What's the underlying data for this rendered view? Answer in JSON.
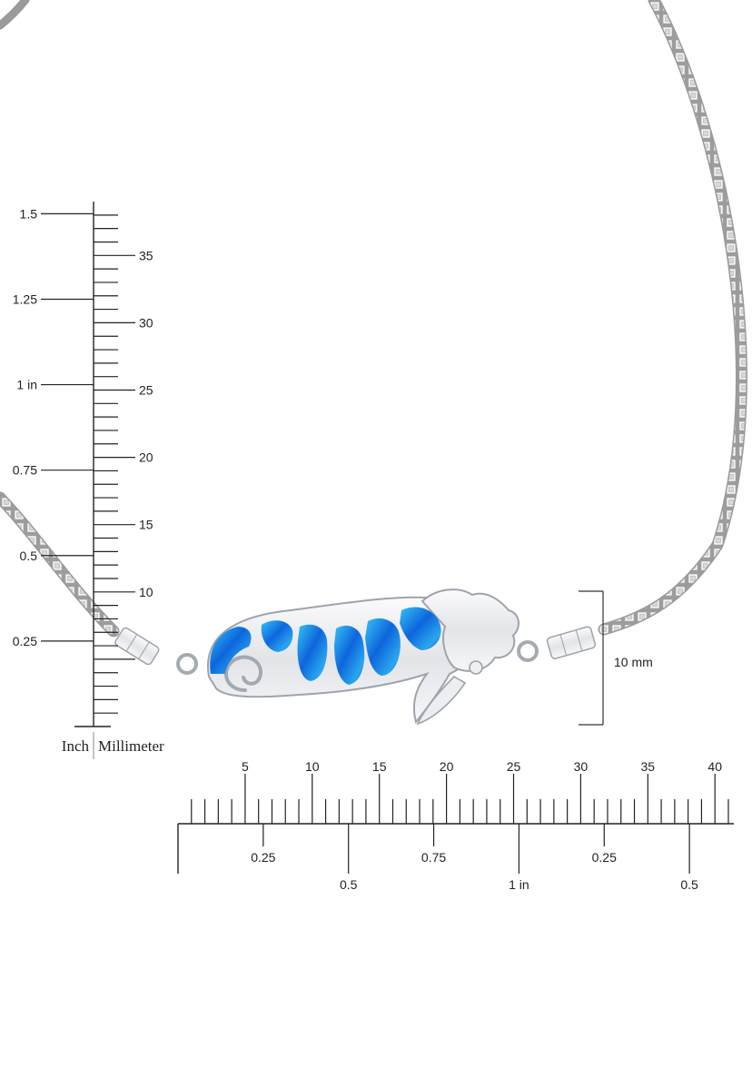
{
  "product": {
    "image_name": "seahorse-opal-bracelet"
  },
  "colors": {
    "chain": "#b9b9b9",
    "silver": "#e4e6ea",
    "silver_edge": "#9ea4ab",
    "opal_dark": "#0a5fd6",
    "opal_light": "#33b8f2",
    "ruler": "#222222"
  },
  "vertical_ruler": {
    "inch_unit_label": "Inch",
    "mm_unit_label": "Millimeter",
    "inch_labels": [
      {
        "text": "1.5",
        "value": 1.5
      },
      {
        "text": "1.25",
        "value": 1.25
      },
      {
        "text": "1 in",
        "value": 1.0
      },
      {
        "text": "0.75",
        "value": 0.75
      },
      {
        "text": "0.5",
        "value": 0.5
      },
      {
        "text": "0.25",
        "value": 0.25
      }
    ],
    "mm_labels": [
      {
        "text": "35",
        "value": 35
      },
      {
        "text": "30",
        "value": 30
      },
      {
        "text": "25",
        "value": 25
      },
      {
        "text": "20",
        "value": 20
      },
      {
        "text": "15",
        "value": 15
      },
      {
        "text": "10",
        "value": 10
      }
    ]
  },
  "horizontal_ruler": {
    "mm_labels": [
      {
        "text": "5",
        "value": 5
      },
      {
        "text": "10",
        "value": 10
      },
      {
        "text": "15",
        "value": 15
      },
      {
        "text": "20",
        "value": 20
      },
      {
        "text": "25",
        "value": 25
      },
      {
        "text": "30",
        "value": 30
      },
      {
        "text": "35",
        "value": 35
      },
      {
        "text": "40",
        "value": 40
      }
    ],
    "inch_labels": [
      {
        "text": "0.25",
        "value": 0.25
      },
      {
        "text": "0.5",
        "value": 0.5
      },
      {
        "text": "0.75",
        "value": 0.75
      },
      {
        "text": "1 in",
        "value": 1.0
      },
      {
        "text": "0.25",
        "value": 1.25
      },
      {
        "text": "0.5",
        "value": 1.5
      }
    ]
  },
  "dimension": {
    "height_label": "10 mm"
  }
}
